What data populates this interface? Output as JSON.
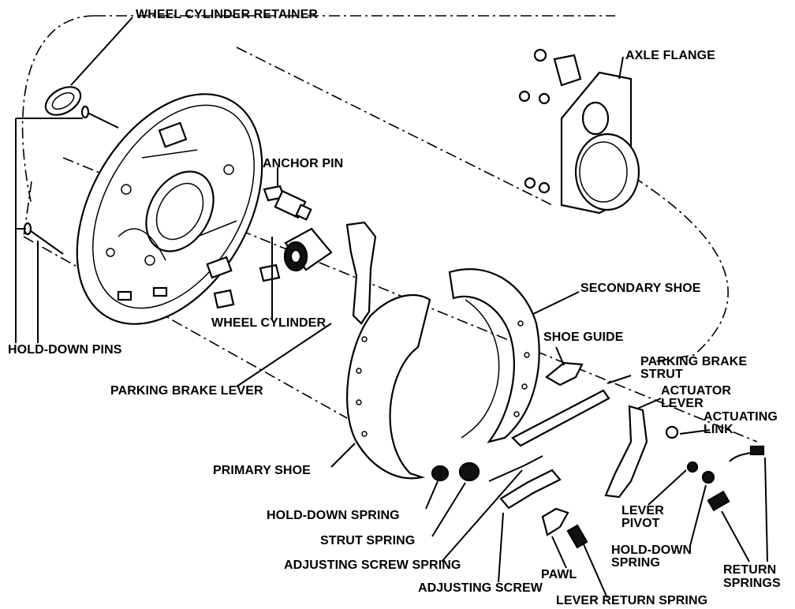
{
  "labels": {
    "wheel_cylinder_retainer": "WHEEL CYLINDER RETAINER",
    "axle_flange": "AXLE FLANGE",
    "anchor_pin": "ANCHOR PIN",
    "secondary_shoe": "SECONDARY SHOE",
    "wheel_cylinder": "WHEEL CYLINDER",
    "shoe_guide": "SHOE GUIDE",
    "hold_down_pins": "HOLD-DOWN PINS",
    "parking_brake_strut_1": "PARKING BRAKE",
    "parking_brake_strut_2": "STRUT",
    "actuator_lever_1": "ACTUATOR",
    "actuator_lever_2": "LEVER",
    "actuating_link_1": "ACTUATING",
    "actuating_link_2": "LINK",
    "parking_brake_lever": "PARKING BRAKE LEVER",
    "primary_shoe": "PRIMARY SHOE",
    "lever_pivot_1": "LEVER",
    "lever_pivot_2": "PIVOT",
    "hold_down_spring_left": "HOLD-DOWN SPRING",
    "hold_down_spring_right_1": "HOLD-DOWN",
    "hold_down_spring_right_2": "SPRING",
    "strut_spring": "STRUT SPRING",
    "return_springs_1": "RETURN",
    "return_springs_2": "SPRINGS",
    "adjusting_screw_spring": "ADJUSTING SCREW SPRING",
    "pawl": "PAWL",
    "adjusting_screw": "ADJUSTING SCREW",
    "lever_return_spring": "LEVER RETURN SPRING"
  }
}
